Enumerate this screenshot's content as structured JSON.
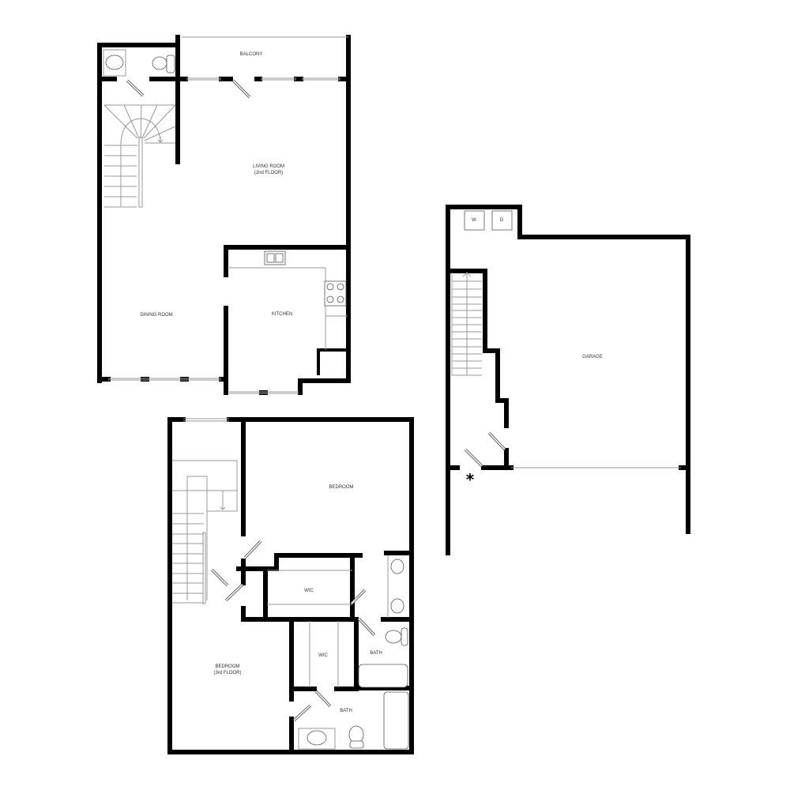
{
  "floors": {
    "second": {
      "rooms": {
        "balcony": "BALCONY",
        "living_room": "LIVING ROOM",
        "living_room_sub": "(2nd FLOOR)",
        "dining_room": "DINING ROOM",
        "kitchen": "KITCHEN"
      }
    },
    "third": {
      "rooms": {
        "bedroom": "BEDROOM",
        "bedroom_3rd": "BEDROOM",
        "bedroom_3rd_sub": "(3rd FLOOR)",
        "wic_1": "WIC",
        "wic_2": "WIC",
        "bath_1": "BATH",
        "bath_2": "BATH"
      }
    },
    "first": {
      "rooms": {
        "garage": "GARAGE",
        "washer": "W",
        "dryer": "D"
      },
      "entry_marker": "*"
    }
  }
}
